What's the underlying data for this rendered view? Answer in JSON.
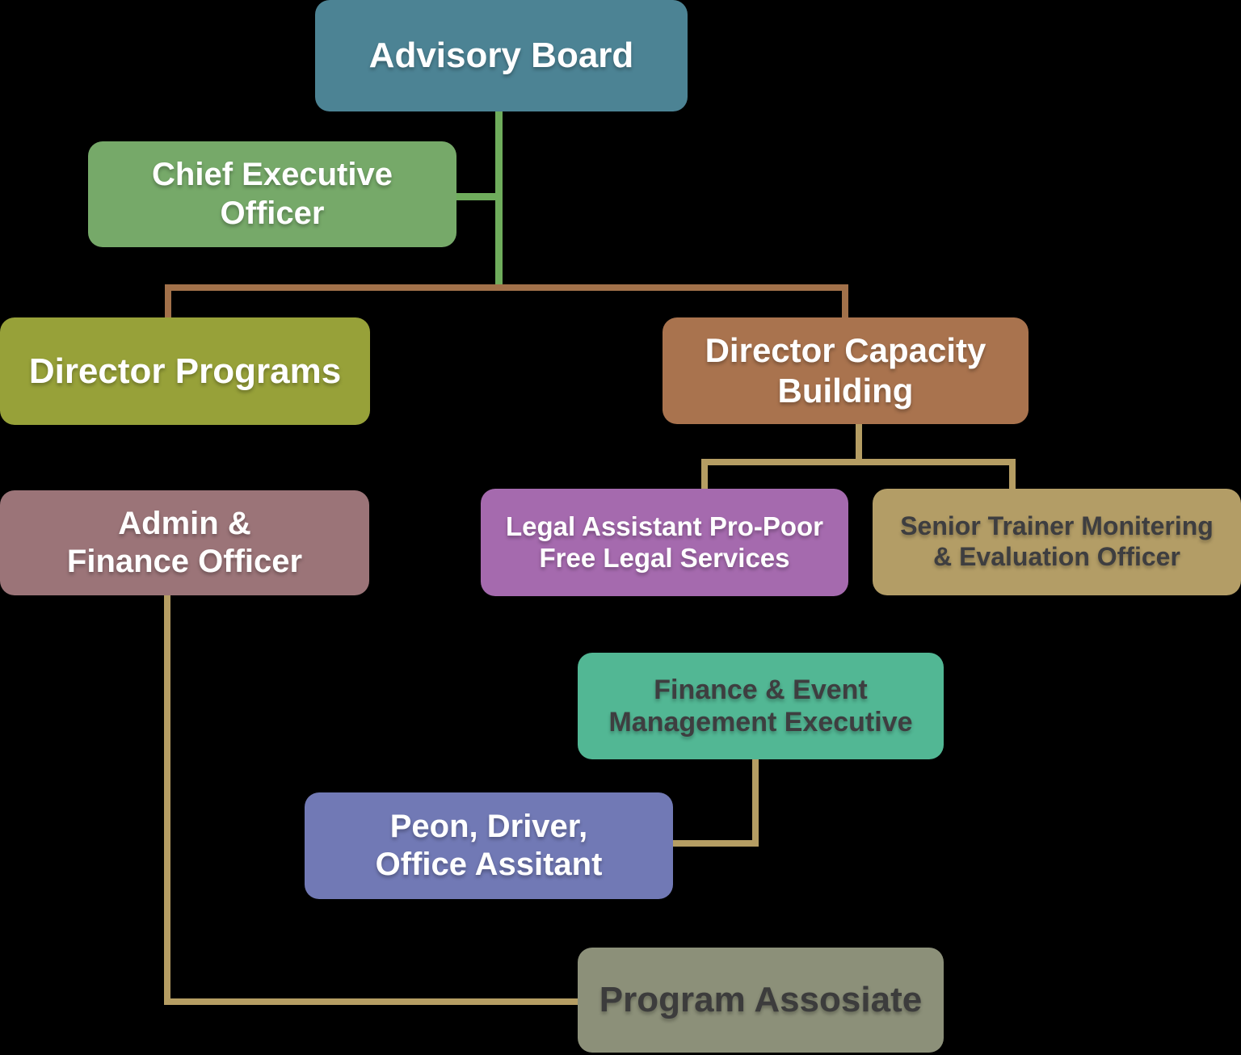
{
  "canvas": {
    "background": "#000000"
  },
  "connector_colors": {
    "green": "#6FAC5C",
    "brown": "#A2714A",
    "tan": "#B59D63"
  },
  "nodes": {
    "advisory_board": {
      "label": "Advisory Board",
      "bg": "#4C8394",
      "fg": "#FFFFFF"
    },
    "chief_executive_officer": {
      "label": "Chief Executive\nOfficer",
      "bg": "#76A969",
      "fg": "#FFFFFF"
    },
    "director_programs": {
      "label": "Director Programs",
      "bg": "#97A139",
      "fg": "#FFFFFF"
    },
    "director_capacity_building": {
      "label": "Director Capacity\nBuilding",
      "bg": "#A9734E",
      "fg": "#FFFFFF"
    },
    "admin_finance_officer": {
      "label": "Admin &\nFinance Officer",
      "bg": "#9B7478",
      "fg": "#FFFFFF"
    },
    "legal_assistant": {
      "label": "Legal Assistant Pro-Poor\nFree Legal Services",
      "bg": "#A56AAE",
      "fg": "#FFFFFF"
    },
    "senior_trainer": {
      "label": "Senior Trainer Monitering\n& Evaluation Officer",
      "bg": "#B39D66",
      "fg": "#3E3E40"
    },
    "finance_event_executive": {
      "label": "Finance & Event\nManagement Executive",
      "bg": "#52B794",
      "fg": "#3E3E40"
    },
    "peon_driver_office_assistant": {
      "label": "Peon, Driver,\nOffice Assitant",
      "bg": "#7179B5",
      "fg": "#FFFFFF"
    },
    "program_associate": {
      "label": "Program Assosiate",
      "bg": "#8C9079",
      "fg": "#3C3C3C"
    }
  }
}
